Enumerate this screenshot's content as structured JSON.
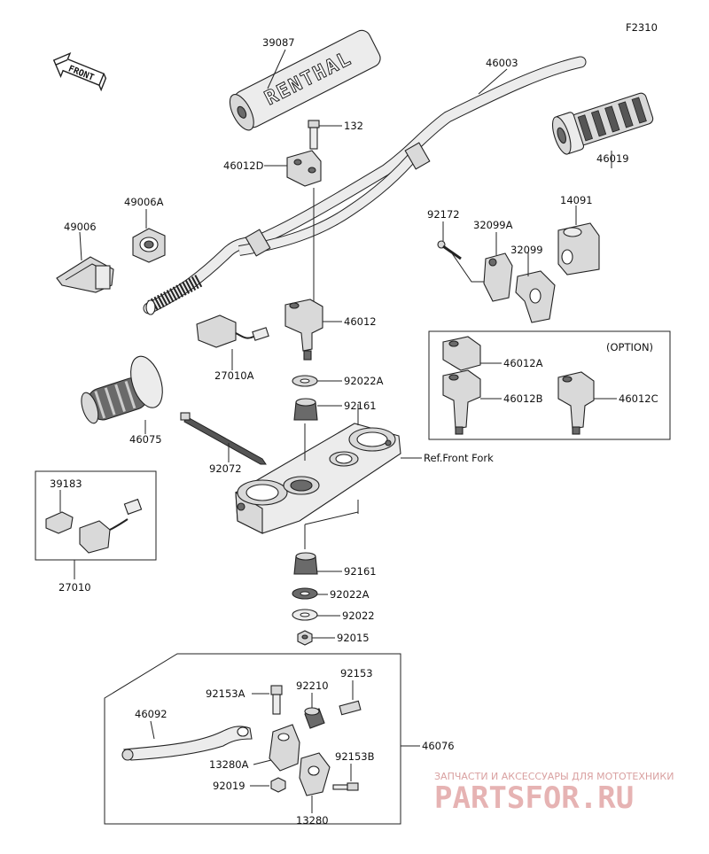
{
  "diagram_code": "F2310",
  "front_arrow_label": "FRONT",
  "option_label": "(OPTION)",
  "ref_label": "Ref.Front Fork",
  "parts": {
    "p39087": "39087",
    "p46003": "46003",
    "p132": "132",
    "p46012D": "46012D",
    "p46019": "46019",
    "p49006A": "49006A",
    "p49006": "49006",
    "p92172": "92172",
    "p32099A": "32099A",
    "p14091": "14091",
    "p32099": "32099",
    "p46012": "46012",
    "p27010A": "27010A",
    "p92022A_top": "92022A",
    "p46012A": "46012A",
    "p46012B": "46012B",
    "p46012C": "46012C",
    "p46075": "46075",
    "p92161_top": "92161",
    "p92072": "92072",
    "p39183": "39183",
    "p27010": "27010",
    "p92161_bot": "92161",
    "p92022A_bot": "92022A",
    "p92022": "92022",
    "p92015": "92015",
    "p92153A": "92153A",
    "p92210": "92210",
    "p92153": "92153",
    "p46092": "46092",
    "p46076": "46076",
    "p13280A": "13280A",
    "p92153B": "92153B",
    "p92019": "92019",
    "p13280": "13280"
  },
  "grip_text": "RENTHAL",
  "watermark": {
    "line1": "ЗАПЧАСТИ И АКСЕССУАРЫ ДЛЯ МОТОТЕХНИКИ",
    "line2": "PARTSFOR.RU"
  }
}
